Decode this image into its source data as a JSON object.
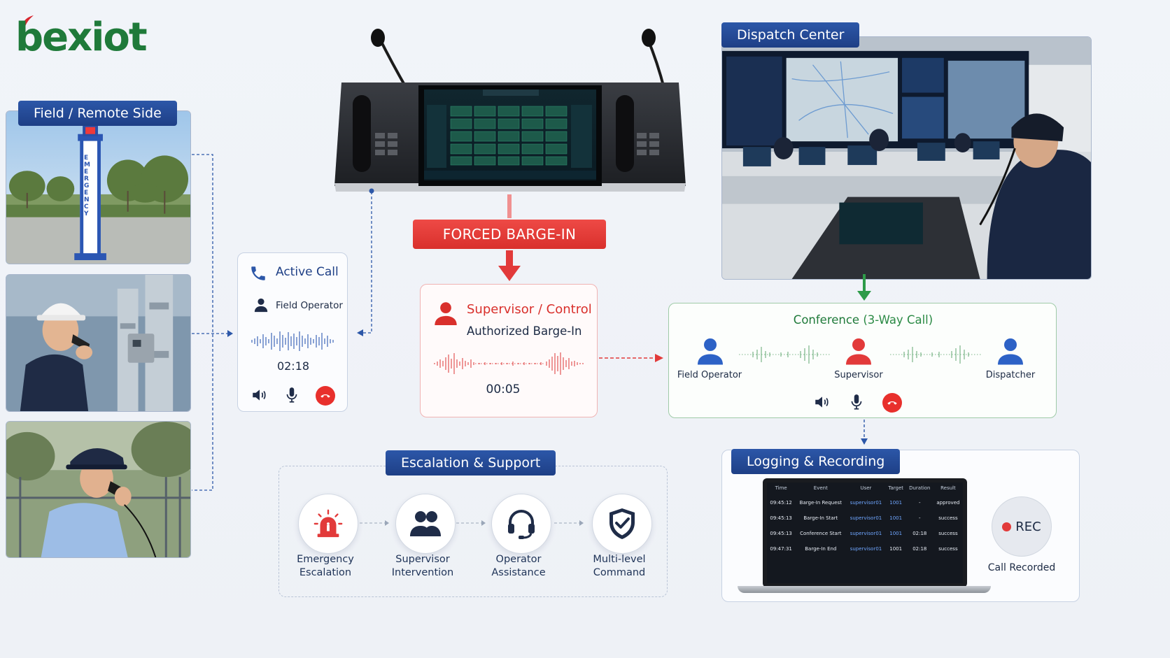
{
  "brand": {
    "name": "bexiot",
    "color": "#1f7a3a",
    "accent": "#d8262e"
  },
  "colors": {
    "navy": "#1e3f86",
    "red": "#e23a3a",
    "green": "#2e9b49",
    "blue": "#2d62c6"
  },
  "field_side": {
    "label": "Field / Remote Side",
    "photos": [
      {
        "icon": "emergency-pillar-photo",
        "pillar_text": "EMERGENCY"
      },
      {
        "icon": "industrial-worker-phone-photo"
      },
      {
        "icon": "security-guard-phone-photo"
      }
    ]
  },
  "console": {
    "icon": "dispatch-console-device"
  },
  "forced_barge_in": {
    "label": "FORCED BARGE-IN"
  },
  "active_call": {
    "title": "Active Call",
    "caller": "Field Operator",
    "timer": "02:18",
    "icons": [
      "phone-icon",
      "user-icon",
      "waveform-icon",
      "speaker-icon",
      "microphone-icon",
      "hangup-icon"
    ]
  },
  "supervisor": {
    "title": "Supervisor / Control",
    "subtitle": "Authorized Barge-In",
    "timer": "00:05"
  },
  "dispatch_center": {
    "label": "Dispatch Center"
  },
  "conference": {
    "title": "Conference",
    "title_suffix": "(3-Way Call)",
    "participants": [
      {
        "name": "Field Operator",
        "color": "#2d62c6"
      },
      {
        "name": "Supervisor",
        "color": "#e23a3a"
      },
      {
        "name": "Dispatcher",
        "color": "#2d62c6"
      }
    ]
  },
  "escalation": {
    "label": "Escalation & Support",
    "steps": [
      {
        "line1": "Emergency",
        "line2": "Escalation",
        "icon": "siren-icon"
      },
      {
        "line1": "Supervisor",
        "line2": "Intervention",
        "icon": "group-icon"
      },
      {
        "line1": "Operator",
        "line2": "Assistance",
        "icon": "headset-icon"
      },
      {
        "line1": "Multi-level",
        "line2": "Command",
        "icon": "shield-check-icon"
      }
    ]
  },
  "logging": {
    "label": "Logging & Recording",
    "columns": [
      "Time",
      "Event",
      "User",
      "Target",
      "Duration",
      "Result"
    ],
    "rows": [
      [
        "09:45:12",
        "Barge-In Request",
        "supervisor01",
        "1001",
        "-",
        "approved"
      ],
      [
        "09:45:13",
        "Barge-In Start",
        "supervisor01",
        "1001",
        "-",
        "success"
      ],
      [
        "09:45:13",
        "Conference Start",
        "supervisor01",
        "1001",
        "02:18",
        "success"
      ],
      [
        "09:47:31",
        "Barge-In End",
        "supervisor01",
        "1001",
        "02:18",
        "success"
      ]
    ],
    "rec_label": "REC",
    "recorded_label": "Call Recorded"
  }
}
